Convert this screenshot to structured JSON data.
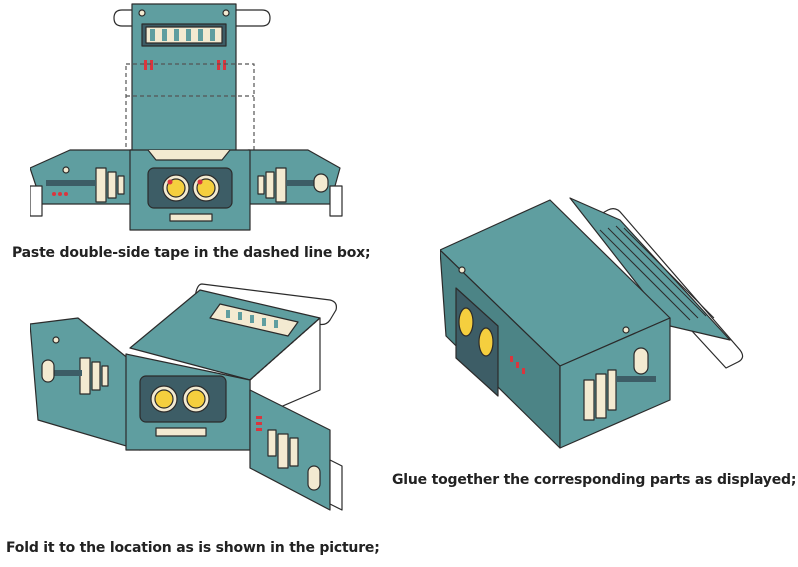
{
  "steps": [
    {
      "caption": "Paste double-side tape in the dashed line box;"
    },
    {
      "caption": "Fold it to the location as is shown in the picture;"
    },
    {
      "caption": "Glue together the corresponding parts as displayed;"
    }
  ],
  "colors": {
    "teal": "#5f9ea0",
    "teal_dark": "#4c8486",
    "outline": "#2b2b2b",
    "cream": "#f3ead1",
    "yellow": "#f5cf3e",
    "red": "#d9363e",
    "slate": "#3d5d66",
    "white": "#ffffff"
  }
}
